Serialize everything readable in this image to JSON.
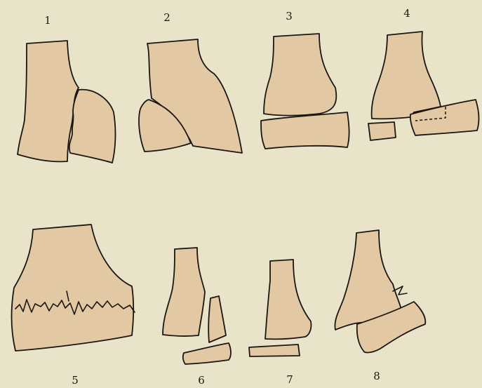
{
  "plate": {
    "background": "#e9e4c9",
    "bone_fill": "#e2c9a3",
    "ink": "#1b1610"
  },
  "figures": [
    {
      "label": "1"
    },
    {
      "label": "2"
    },
    {
      "label": "3"
    },
    {
      "label": "4"
    },
    {
      "label": "5"
    },
    {
      "label": "6"
    },
    {
      "label": "7"
    },
    {
      "label": "8"
    }
  ]
}
